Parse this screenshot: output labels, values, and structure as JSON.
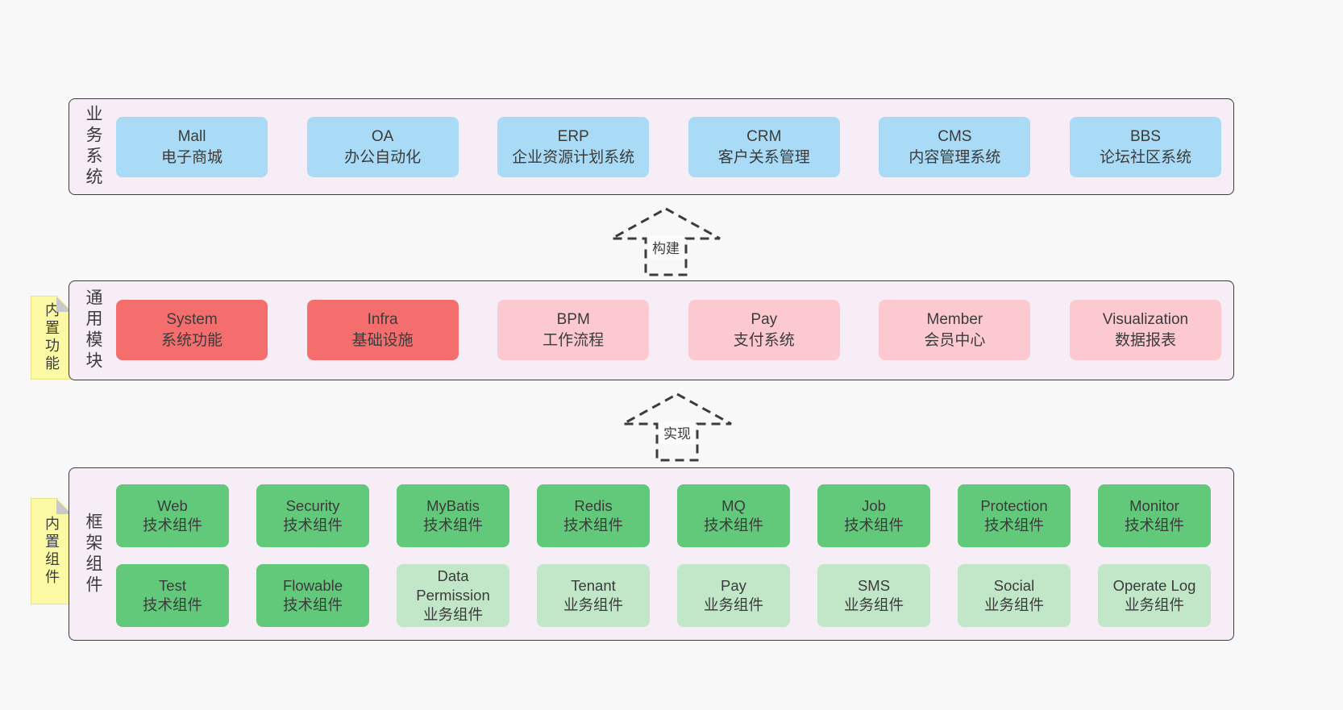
{
  "colors": {
    "page_bg": "#f8f8f8",
    "layer_bg": "#f7edf6",
    "layer_border": "#3c3c3c",
    "blue": "#a9dbf6",
    "red": "#f56e6e",
    "pink": "#fcc9d1",
    "green": "#62c87a",
    "lightgreen": "#c1e7c8",
    "sticky_yellow": "#fbf9a4",
    "fold_gray": "#c9c9c9",
    "text": "#3b3b3b"
  },
  "arrows": [
    {
      "label": "构建"
    },
    {
      "label": "实现"
    }
  ],
  "layers": [
    {
      "id": "business",
      "label": "业务系统",
      "boxes": [
        {
          "title": "Mall",
          "subtitle": "电子商城",
          "variant": "blue"
        },
        {
          "title": "OA",
          "subtitle": "办公自动化",
          "variant": "blue"
        },
        {
          "title": "ERP",
          "subtitle": "企业资源计划系统",
          "variant": "blue"
        },
        {
          "title": "CRM",
          "subtitle": "客户关系管理",
          "variant": "blue"
        },
        {
          "title": "CMS",
          "subtitle": "内容管理系统",
          "variant": "blue"
        },
        {
          "title": "BBS",
          "subtitle": "论坛社区系统",
          "variant": "blue"
        }
      ]
    },
    {
      "id": "common",
      "label": "通用模块",
      "note": "内置功能",
      "boxes": [
        {
          "title": "System",
          "subtitle": "系统功能",
          "variant": "red"
        },
        {
          "title": "Infra",
          "subtitle": "基础设施",
          "variant": "red"
        },
        {
          "title": "BPM",
          "subtitle": "工作流程",
          "variant": "pink"
        },
        {
          "title": "Pay",
          "subtitle": "支付系统",
          "variant": "pink"
        },
        {
          "title": "Member",
          "subtitle": "会员中心",
          "variant": "pink"
        },
        {
          "title": "Visualization",
          "subtitle": "数据报表",
          "variant": "pink"
        }
      ]
    },
    {
      "id": "framework",
      "label": "框架组件",
      "note": "内置组件",
      "rows": [
        [
          {
            "title": "Web",
            "subtitle": "技术组件",
            "variant": "green"
          },
          {
            "title": "Security",
            "subtitle": "技术组件",
            "variant": "green"
          },
          {
            "title": "MyBatis",
            "subtitle": "技术组件",
            "variant": "green"
          },
          {
            "title": "Redis",
            "subtitle": "技术组件",
            "variant": "green"
          },
          {
            "title": "MQ",
            "subtitle": "技术组件",
            "variant": "green"
          },
          {
            "title": "Job",
            "subtitle": "技术组件",
            "variant": "green"
          },
          {
            "title": "Protection",
            "subtitle": "技术组件",
            "variant": "green"
          },
          {
            "title": "Monitor",
            "subtitle": "技术组件",
            "variant": "green"
          }
        ],
        [
          {
            "title": "Test",
            "subtitle": "技术组件",
            "variant": "green"
          },
          {
            "title": "Flowable",
            "subtitle": "技术组件",
            "variant": "green"
          },
          {
            "title": "Data Permission",
            "subtitle": "业务组件",
            "variant": "lightgreen"
          },
          {
            "title": "Tenant",
            "subtitle": "业务组件",
            "variant": "lightgreen"
          },
          {
            "title": "Pay",
            "subtitle": "业务组件",
            "variant": "lightgreen"
          },
          {
            "title": "SMS",
            "subtitle": "业务组件",
            "variant": "lightgreen"
          },
          {
            "title": "Social",
            "subtitle": "业务组件",
            "variant": "lightgreen"
          },
          {
            "title": "Operate Log",
            "subtitle": "业务组件",
            "variant": "lightgreen"
          }
        ]
      ]
    }
  ]
}
